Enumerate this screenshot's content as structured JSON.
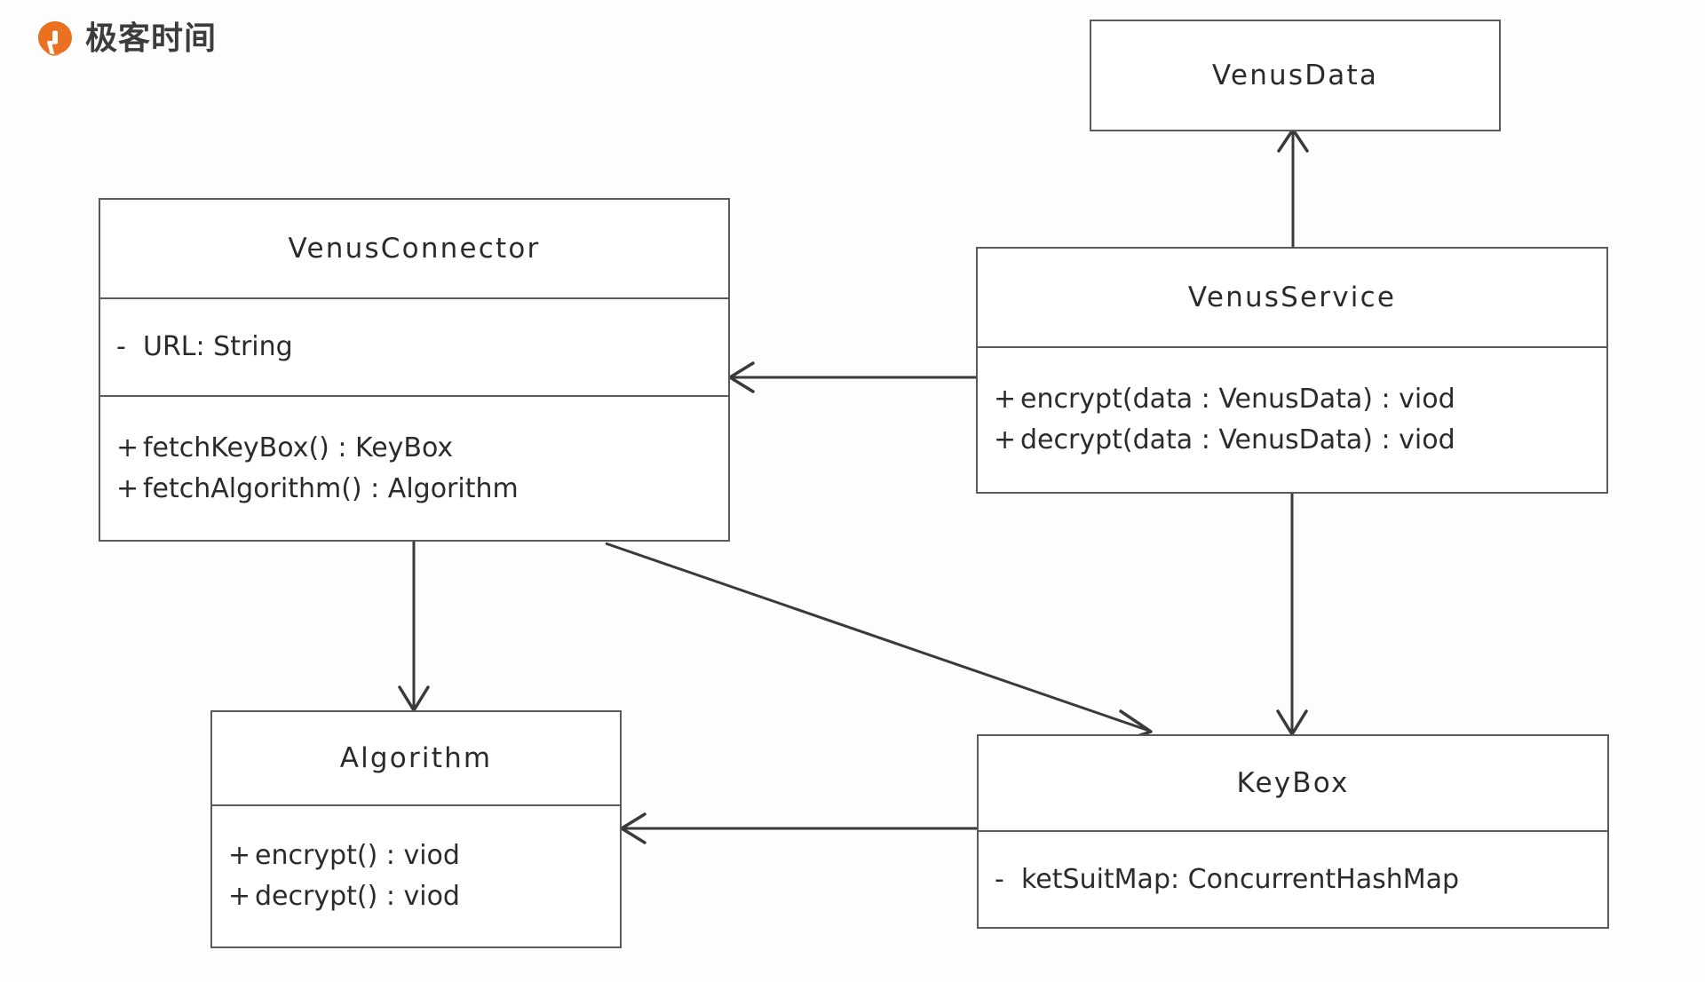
{
  "brand": {
    "logo_icon": "geektime-logo-icon",
    "wordmark": "极客时间",
    "colors": {
      "logo_orange": "#eb7122",
      "wordmark_gray": "#3c3c3c"
    }
  },
  "diagram": {
    "type": "uml-class-diagram",
    "stroke_color": "#5a5a5a",
    "text_color": "#2b2b2b",
    "background": "#fdfdfd",
    "classes": [
      {
        "id": "venusdata",
        "name": "VenusData",
        "attributes": [],
        "methods": []
      },
      {
        "id": "venusconnector",
        "name": "VenusConnector",
        "attributes": [
          {
            "visibility": "-",
            "signature": "URL: String"
          }
        ],
        "methods": [
          {
            "visibility": "+",
            "signature": "fetchKeyBox() : KeyBox"
          },
          {
            "visibility": "+",
            "signature": "fetchAlgorithm() : Algorithm"
          }
        ]
      },
      {
        "id": "venusservice",
        "name": "VenusService",
        "attributes": [],
        "methods": [
          {
            "visibility": "+",
            "signature": "encrypt(data : VenusData) : viod"
          },
          {
            "visibility": "+",
            "signature": "decrypt(data : VenusData) : viod"
          }
        ]
      },
      {
        "id": "algorithm",
        "name": "Algorithm",
        "attributes": [],
        "methods": [
          {
            "visibility": "+",
            "signature": "encrypt() : viod"
          },
          {
            "visibility": "+",
            "signature": "decrypt() : viod"
          }
        ]
      },
      {
        "id": "keybox",
        "name": "KeyBox",
        "attributes": [
          {
            "visibility": "-",
            "signature": "ketSuitMap: ConcurrentHashMap"
          }
        ],
        "methods": []
      }
    ],
    "relations": [
      {
        "id": "service-to-data",
        "from": "VenusService",
        "to": "VenusData",
        "arrow": "open"
      },
      {
        "id": "service-to-connector",
        "from": "VenusService",
        "to": "VenusConnector",
        "arrow": "open"
      },
      {
        "id": "service-to-keybox",
        "from": "VenusService",
        "to": "KeyBox",
        "arrow": "open"
      },
      {
        "id": "connector-to-algorithm",
        "from": "VenusConnector",
        "to": "Algorithm",
        "arrow": "open"
      },
      {
        "id": "connector-to-keybox",
        "from": "VenusConnector",
        "to": "KeyBox",
        "arrow": "open"
      },
      {
        "id": "keybox-to-algorithm",
        "from": "KeyBox",
        "to": "Algorithm",
        "arrow": "open"
      }
    ]
  }
}
